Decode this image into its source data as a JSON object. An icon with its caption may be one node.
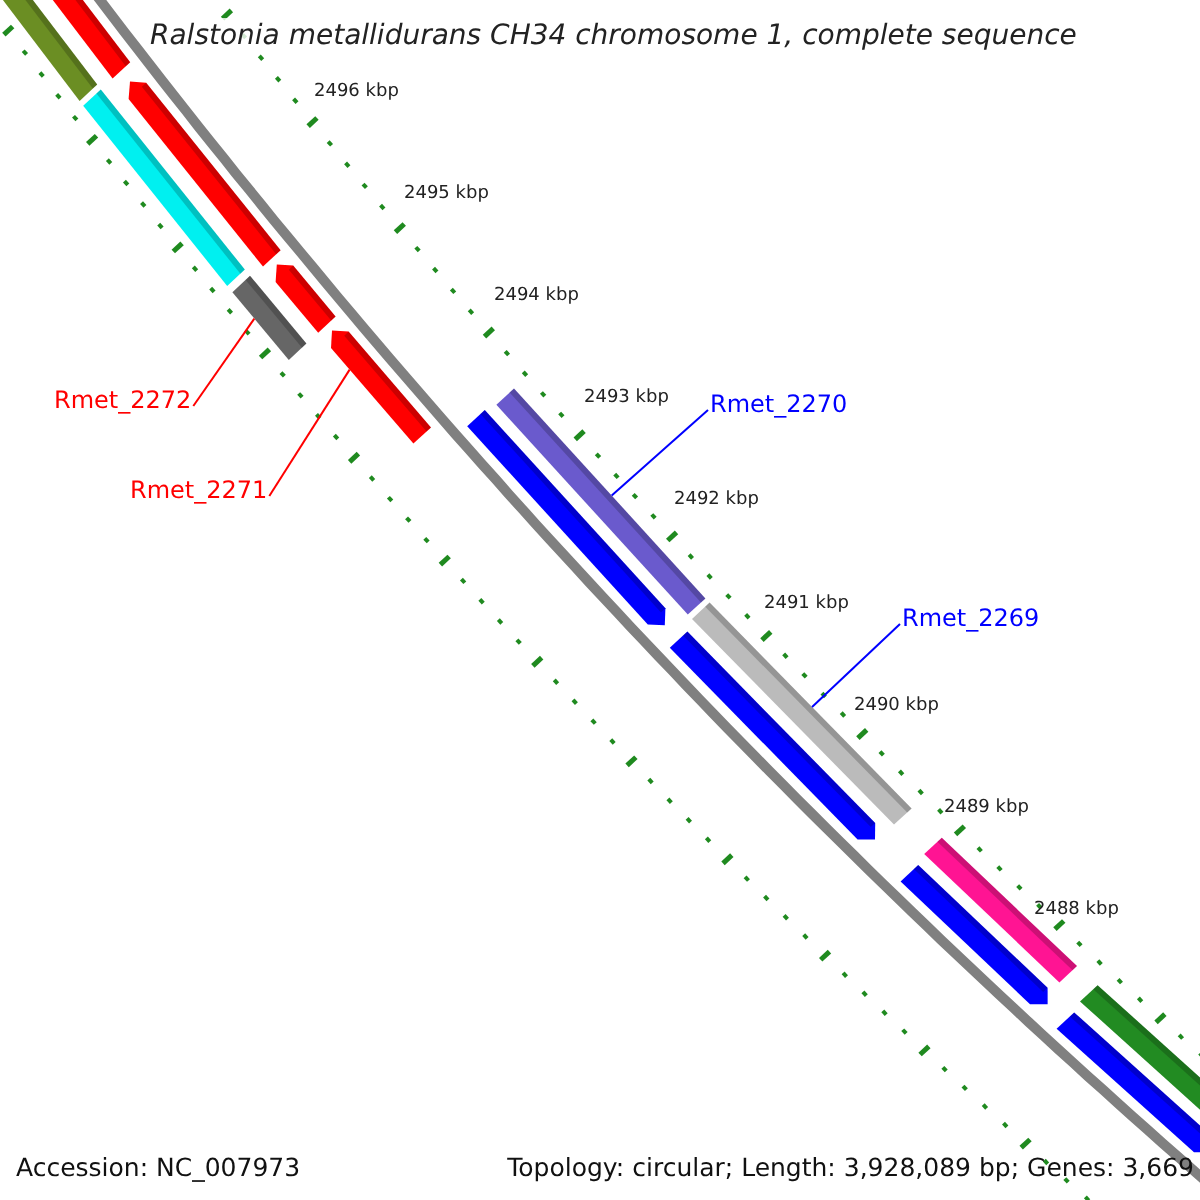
{
  "diagram": {
    "title": "Ralstonia metallidurans CH34 chromosome 1, complete sequence",
    "nodes": [
      {
        "text": [],
        "shape": "bar"
      },
      {
        "text": [],
        "shape": "bar"
      },
      {
        "text": [],
        "shape": "bar"
      },
      {
        "text": [],
        "shape": "bar"
      },
      {
        "text": [],
        "shape": "bar"
      },
      {
        "text": [],
        "shape": "bar"
      },
      {
        "text": [],
        "shape": "bar"
      },
      {
        "text": [],
        "shape": "bar"
      },
      {
        "text": [],
        "shape": "bar"
      },
      {
        "text": [],
        "shape": "bar"
      },
      {
        "text": [],
        "shape": "bar"
      },
      {
        "text": [],
        "shape": "bar"
      },
      {
        "text": [],
        "shape": "bar"
      },
      {
        "text": [],
        "shape": "bar"
      },
      {
        "text": [],
        "shape": "bar"
      },
      {
        "text": [
          "Rmet_2272"
        ]
      },
      {
        "text": [
          "Rmet_2270"
        ]
      },
      {
        "text": [
          "Rmet_2271"
        ]
      },
      {
        "text": [
          "Rmet_2269"
        ]
      }
    ],
    "edges": [
      {
        "from": 15,
        "to": 4,
        "arrow": "none",
        "color": "#ff0000"
      },
      {
        "from": 16,
        "to": 8,
        "arrow": "none",
        "color": "#0000ff"
      },
      {
        "from": 17,
        "to": 6,
        "arrow": "none",
        "color": "#ff0000"
      },
      {
        "from": 18,
        "to": 9,
        "arrow": "none",
        "color": "#0000ff"
      }
    ],
    "labels": [
      "2496 kbp",
      "2495 kbp",
      "2494 kbp",
      "2493 kbp",
      "2492 kbp",
      "2491 kbp",
      "2490 kbp",
      "2489 kbp",
      "2488 kbp",
      "Accession: NC_007973",
      "Topology: circular; Length: 3,928,089 bp; Genes: 3,669"
    ]
  }
}
